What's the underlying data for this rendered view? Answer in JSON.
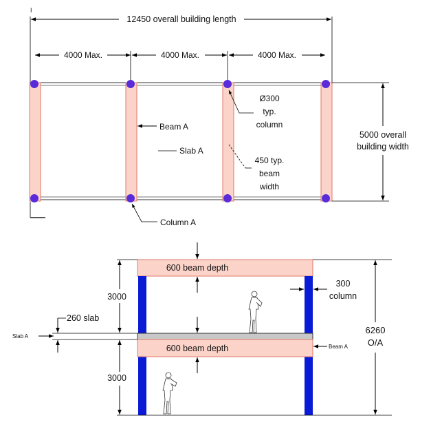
{
  "plan": {
    "overall_length": "12450 overall building length",
    "bay_spacing": [
      "4000 Max.",
      "4000 Max.",
      "4000 Max."
    ],
    "column_size": [
      "Ø300",
      "typ.",
      "column"
    ],
    "beam_label": "Beam A",
    "slab_label": "Slab A",
    "beam_width": [
      "450 typ.",
      "beam",
      "width"
    ],
    "overall_width": [
      "5000 overall",
      "building width"
    ],
    "column_label": "Column A",
    "corner_mark": "I"
  },
  "section": {
    "beam_depth_upper": "600 beam depth",
    "beam_depth_lower": "600 beam depth",
    "column_size": [
      "300",
      "column"
    ],
    "storey_height_upper": "3000",
    "storey_height_lower": "3000",
    "slab_thickness": "260 slab",
    "slab_label": "Slab A",
    "beam_label": "Beam A",
    "overall_height": [
      "6260",
      "O/A"
    ]
  },
  "colors": {
    "beam_fill": "#fbd3c8",
    "beam_edge": "#e07a6a",
    "column_dot": "#5a2bd9",
    "column_section": "#0a1bd6",
    "slab_fill": "#c8c8c8"
  },
  "icons": [
    "person-standing-icon",
    "person-standing-icon"
  ]
}
